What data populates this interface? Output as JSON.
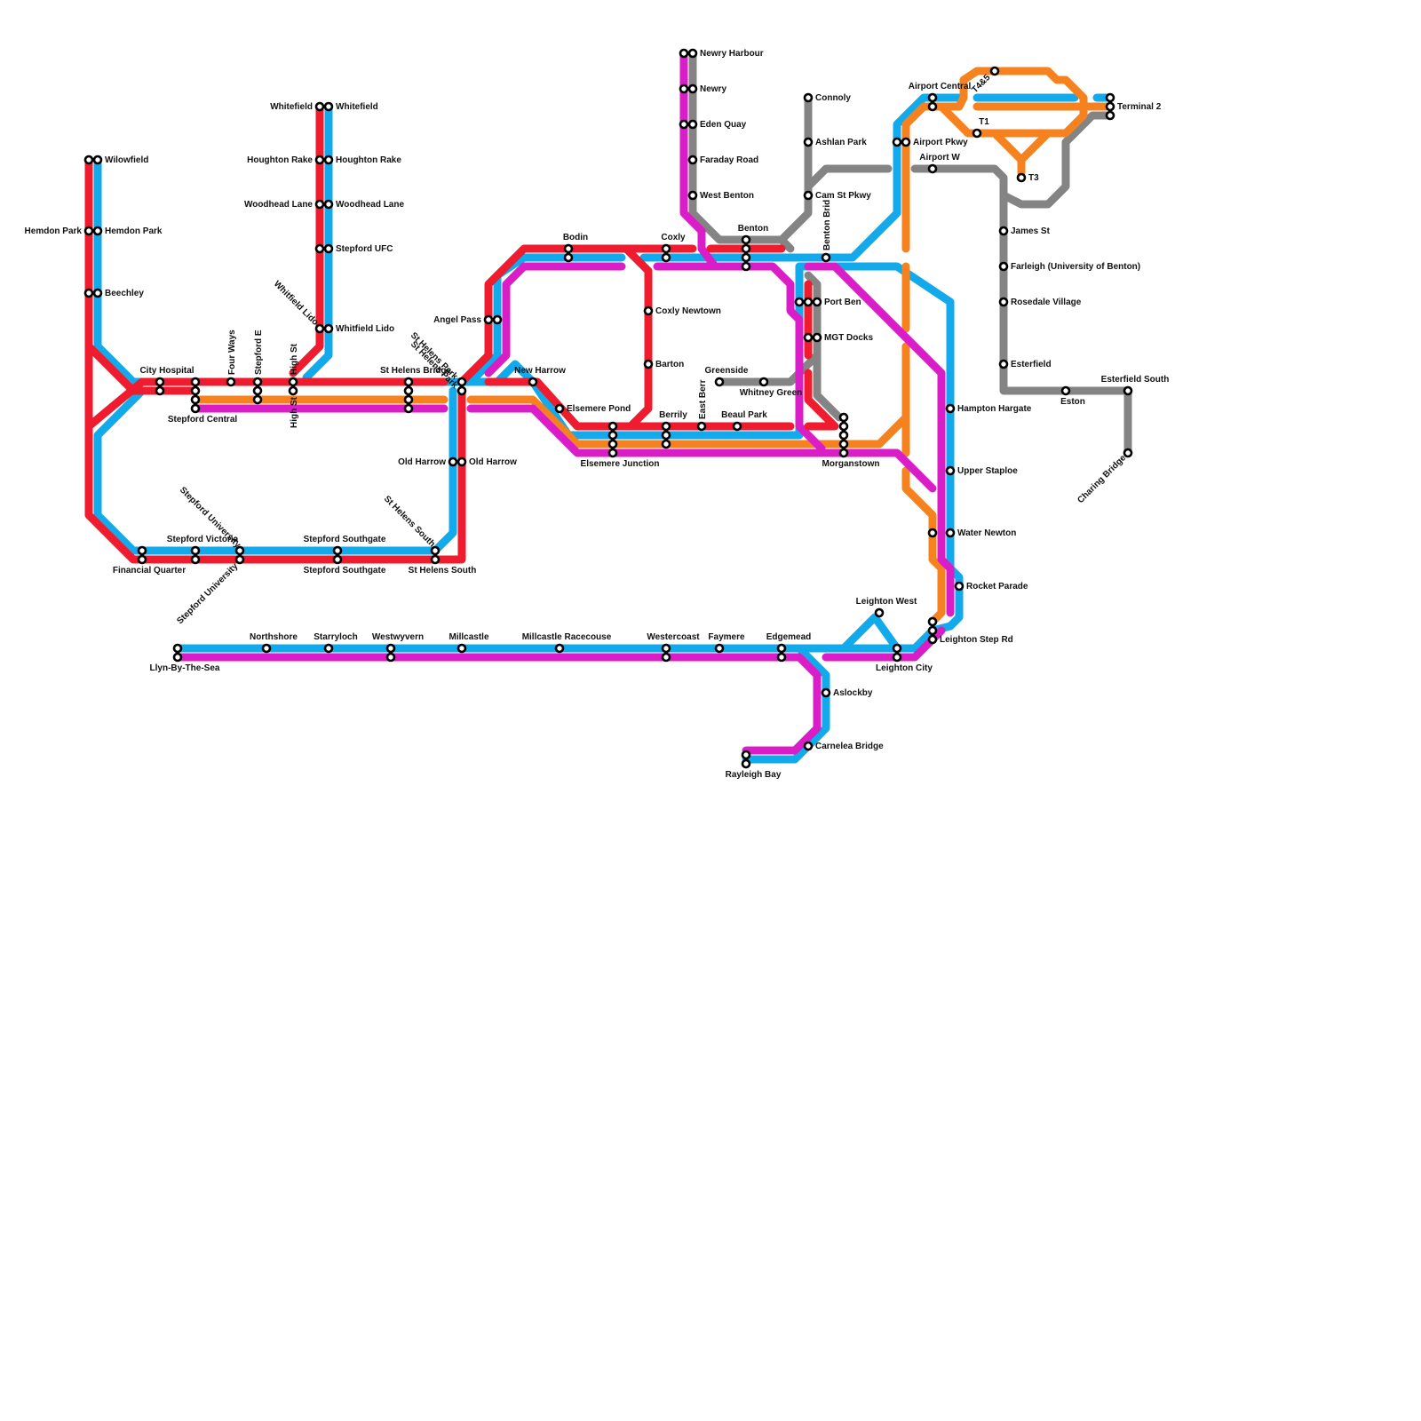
{
  "colors": {
    "red": "#ee1c2e",
    "blue": "#12aaeb",
    "orange": "#f5821f",
    "magenta": "#d91ec8",
    "grey": "#848484"
  },
  "lines": [
    {
      "id": "red",
      "color": "#ee1c2e"
    },
    {
      "id": "blue",
      "color": "#12aaeb"
    },
    {
      "id": "orange",
      "color": "#f5821f"
    },
    {
      "id": "magenta",
      "color": "#d91ec8"
    },
    {
      "id": "grey",
      "color": "#848484"
    }
  ],
  "stations": [
    {
      "id": "wilowfield",
      "name": "Wilowfield"
    },
    {
      "id": "hemdon-park-w",
      "name": "Hemdon Park"
    },
    {
      "id": "hemdon-park-e",
      "name": "Hemdon Park"
    },
    {
      "id": "beechley",
      "name": "Beechley"
    },
    {
      "id": "city-hospital",
      "name": "City Hospital"
    },
    {
      "id": "stepford-central",
      "name": "Stepford Central"
    },
    {
      "id": "four-ways",
      "name": "Four Ways"
    },
    {
      "id": "stepford-e",
      "name": "Stepford E"
    },
    {
      "id": "high-st-a",
      "name": "High St"
    },
    {
      "id": "high-st-b",
      "name": "High St"
    },
    {
      "id": "whitefield-w",
      "name": "Whitefield"
    },
    {
      "id": "whitefield-e",
      "name": "Whitefield"
    },
    {
      "id": "houghton-rake-w",
      "name": "Houghton Rake"
    },
    {
      "id": "houghton-rake-e",
      "name": "Houghton Rake"
    },
    {
      "id": "woodhead-lane-w",
      "name": "Woodhead Lane"
    },
    {
      "id": "woodhead-lane-e",
      "name": "Woodhead Lane"
    },
    {
      "id": "stepford-ufc",
      "name": "Stepford UFC"
    },
    {
      "id": "whitfield-lido-a",
      "name": "Whitfield Lido"
    },
    {
      "id": "whitfield-lido-b",
      "name": "Whitfield Lido"
    },
    {
      "id": "st-helens-bridge",
      "name": "St Helens Bridge"
    },
    {
      "id": "st-helens-park-a",
      "name": "St Helens Park"
    },
    {
      "id": "st-helens-park-b",
      "name": "St Helens Park"
    },
    {
      "id": "angel-pass",
      "name": "Angel Pass"
    },
    {
      "id": "old-harrow-w",
      "name": "Old Harrow"
    },
    {
      "id": "old-harrow-e",
      "name": "Old Harrow"
    },
    {
      "id": "new-harrow",
      "name": "New Harrow"
    },
    {
      "id": "bodin",
      "name": "Bodin"
    },
    {
      "id": "coxly",
      "name": "Coxly"
    },
    {
      "id": "coxly-newtown",
      "name": "Coxly Newtown"
    },
    {
      "id": "barton",
      "name": "Barton"
    },
    {
      "id": "elsemere-pond",
      "name": "Elsemere Pond"
    },
    {
      "id": "elsemere-junction",
      "name": "Elsemere Junction"
    },
    {
      "id": "berrily",
      "name": "Berrily"
    },
    {
      "id": "east-berr",
      "name": "East Berr"
    },
    {
      "id": "beaul-park",
      "name": "Beaul Park"
    },
    {
      "id": "greenside",
      "name": "Greenside"
    },
    {
      "id": "whitney-green",
      "name": "Whitney Green"
    },
    {
      "id": "newry-harbour",
      "name": "Newry Harbour"
    },
    {
      "id": "newry",
      "name": "Newry"
    },
    {
      "id": "eden-quay",
      "name": "Eden Quay"
    },
    {
      "id": "faraday-road",
      "name": "Faraday Road"
    },
    {
      "id": "west-benton",
      "name": "West Benton"
    },
    {
      "id": "benton",
      "name": "Benton"
    },
    {
      "id": "benton-brid",
      "name": "Benton Brid"
    },
    {
      "id": "connoly",
      "name": "Connoly"
    },
    {
      "id": "ashlan-park",
      "name": "Ashlan Park"
    },
    {
      "id": "cam-st-pkwy",
      "name": "Cam St Pkwy"
    },
    {
      "id": "port-ben",
      "name": "Port Ben"
    },
    {
      "id": "mgt-docks",
      "name": "MGT Docks"
    },
    {
      "id": "morganstown",
      "name": "Morganstown"
    },
    {
      "id": "airport-central",
      "name": "Airport Central"
    },
    {
      "id": "airport-pkwy",
      "name": "Airport Pkwy"
    },
    {
      "id": "airport-w",
      "name": "Airport W"
    },
    {
      "id": "t4-5",
      "name": "T4&5"
    },
    {
      "id": "t1",
      "name": "T1"
    },
    {
      "id": "t3",
      "name": "T3"
    },
    {
      "id": "terminal-2",
      "name": "Terminal 2"
    },
    {
      "id": "james-st",
      "name": "James St"
    },
    {
      "id": "farleigh",
      "name": "Farleigh (University of Benton)"
    },
    {
      "id": "rosedale-village",
      "name": "Rosedale Village"
    },
    {
      "id": "esterfield",
      "name": "Esterfield"
    },
    {
      "id": "eston",
      "name": "Eston"
    },
    {
      "id": "esterfield-south",
      "name": "Esterfield South"
    },
    {
      "id": "charing-bridge",
      "name": "Charing Bridge"
    },
    {
      "id": "hampton-hargate",
      "name": "Hampton Hargate"
    },
    {
      "id": "upper-staploe",
      "name": "Upper Staploe"
    },
    {
      "id": "water-newton",
      "name": "Water Newton"
    },
    {
      "id": "rocket-parade",
      "name": "Rocket Parade"
    },
    {
      "id": "leighton-west",
      "name": "Leighton West"
    },
    {
      "id": "leighton-step-rd",
      "name": "Leighton Step Rd"
    },
    {
      "id": "leighton-city",
      "name": "Leighton City"
    },
    {
      "id": "stepford-victoria",
      "name": "Stepford Victoria"
    },
    {
      "id": "stepford-university-a",
      "name": "Stepford University"
    },
    {
      "id": "stepford-university-b",
      "name": "Stepford University"
    },
    {
      "id": "financial-quarter",
      "name": "Financial Quarter"
    },
    {
      "id": "stepford-southgate-a",
      "name": "Stepford Southgate"
    },
    {
      "id": "stepford-southgate-b",
      "name": "Stepford Southgate"
    },
    {
      "id": "st-helens-south-a",
      "name": "St Helens South"
    },
    {
      "id": "st-helens-south-b",
      "name": "St Helens South"
    },
    {
      "id": "llyn-by-the-sea",
      "name": "Llyn-By-The-Sea"
    },
    {
      "id": "northshore",
      "name": "Northshore"
    },
    {
      "id": "starryloch",
      "name": "Starryloch"
    },
    {
      "id": "westwyvern",
      "name": "Westwyvern"
    },
    {
      "id": "millcastle",
      "name": "Millcastle"
    },
    {
      "id": "millcastle-racecourse",
      "name": "Millcastle Racecouse"
    },
    {
      "id": "westercoast",
      "name": "Westercoast"
    },
    {
      "id": "faymere",
      "name": "Faymere"
    },
    {
      "id": "edgemead",
      "name": "Edgemead"
    },
    {
      "id": "aslockby",
      "name": "Aslockby"
    },
    {
      "id": "carnelea-bridge",
      "name": "Carnelea Bridge"
    },
    {
      "id": "rayleigh-bay",
      "name": "Rayleigh Bay"
    }
  ]
}
